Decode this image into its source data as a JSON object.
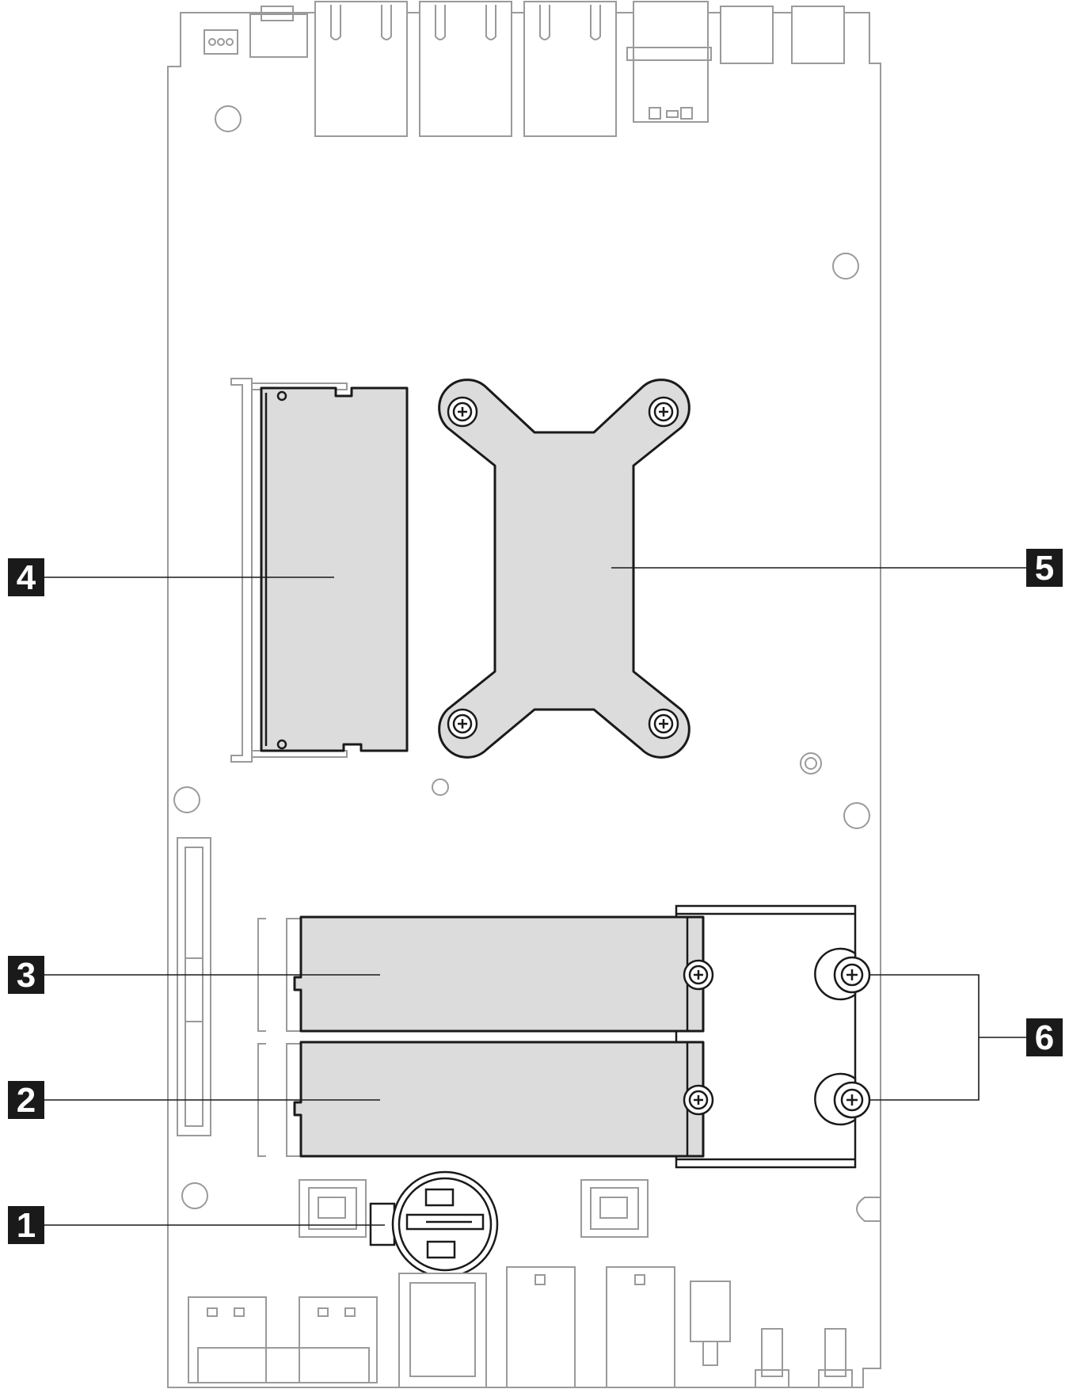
{
  "callouts": [
    {
      "id": "1",
      "label": "1",
      "target": "coin-cell-battery"
    },
    {
      "id": "2",
      "label": "2",
      "target": "m2-drive-lower"
    },
    {
      "id": "3",
      "label": "3",
      "target": "m2-drive-upper"
    },
    {
      "id": "4",
      "label": "4",
      "target": "memory-module"
    },
    {
      "id": "5",
      "label": "5",
      "target": "processor-heat-sink-bracket"
    },
    {
      "id": "6",
      "label": "6",
      "target": "m2-retainer-screws"
    }
  ],
  "colors": {
    "component_fill": "#dcdcdc",
    "component_stroke": "#1a1a1a",
    "board_outline": "#9a9a9a",
    "callout_background": "#1a1a1a",
    "callout_text": "#ffffff"
  }
}
